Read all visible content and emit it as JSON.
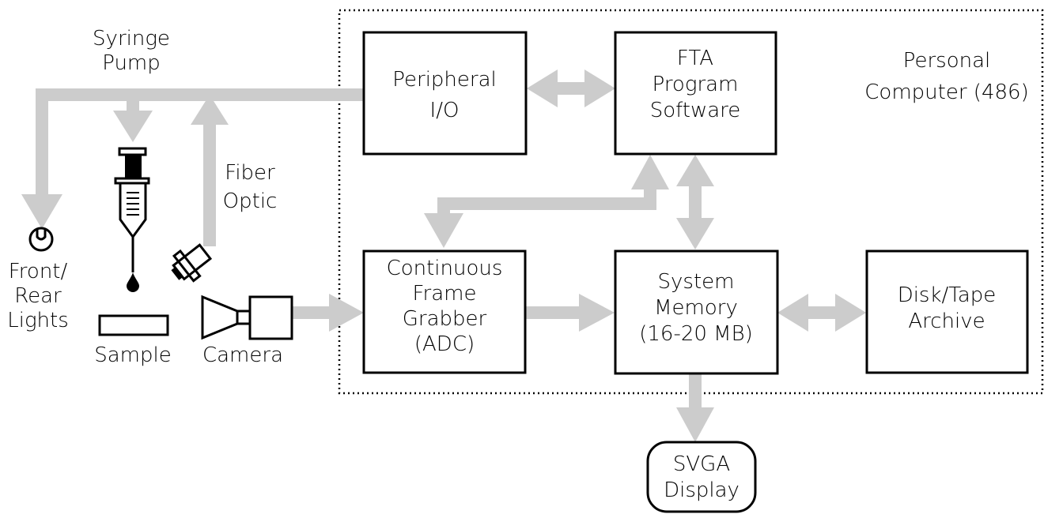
{
  "colors": {
    "connector": "#cccccc",
    "outline": "#000000",
    "background": "#ffffff"
  },
  "labels": {
    "syringe_pump": [
      "Syringe",
      "Pump"
    ],
    "fiber_optic": [
      "Fiber",
      "Optic"
    ],
    "lights": [
      "Front/",
      "Rear",
      "Lights"
    ],
    "sample": "Sample",
    "camera": "Camera",
    "personal_computer": [
      "Personal",
      "Computer (486)"
    ]
  },
  "boxes": {
    "peripheral_io": [
      "Peripheral",
      "I/O"
    ],
    "fta_program": [
      "FTA",
      "Program",
      "Software"
    ],
    "frame_grabber": [
      "Continuous",
      "Frame",
      "Grabber",
      "(ADC)"
    ],
    "system_memory": [
      "System",
      "Memory",
      "(16-20 MB)"
    ],
    "disk_tape": [
      "Disk/Tape",
      "Archive"
    ],
    "svga_display": [
      "SVGA",
      "Display"
    ]
  },
  "icons": {
    "lights": "light-bulb-icon",
    "syringe": "syringe-icon",
    "drop": "droplet-icon",
    "sample": "sample-slide-icon",
    "fiber_optic": "fiber-optic-emitter-icon",
    "camera": "camera-icon"
  }
}
